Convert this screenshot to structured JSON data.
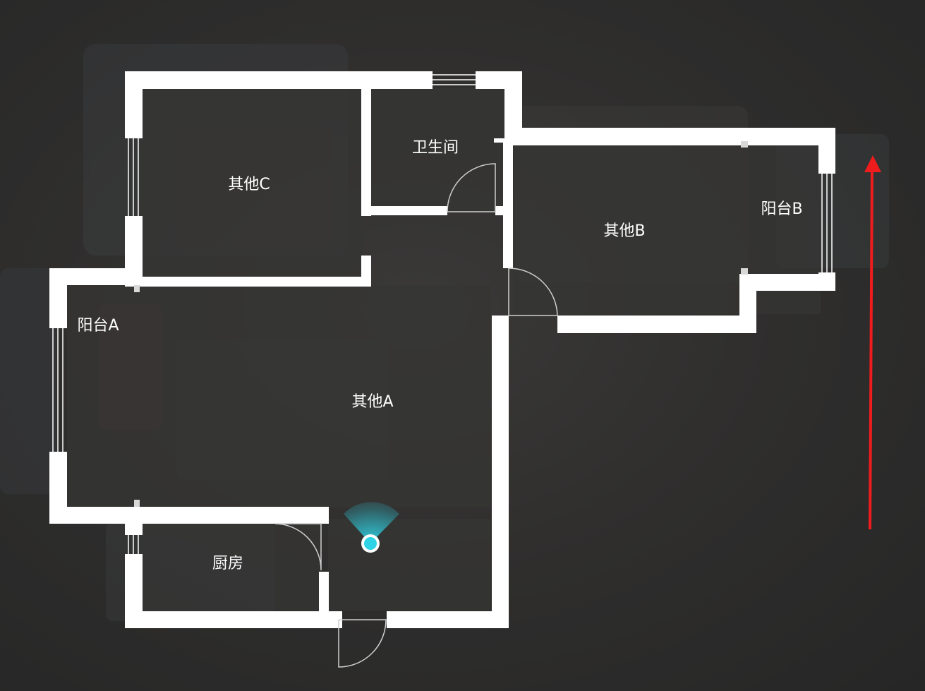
{
  "rooms": {
    "other_c": "其他C",
    "bathroom": "卫生间",
    "other_b": "其他B",
    "balcony_b": "阳台B",
    "balcony_a": "阳台A",
    "other_a": "其他A",
    "kitchen": "厨房"
  },
  "colors": {
    "wall": "#ffffff",
    "floor": "#353433",
    "camera": "#2fd3e6",
    "north_arrow": "#ee1c1c"
  },
  "icons": {
    "camera": "viewpoint-camera-icon",
    "direction": "north-arrow-icon"
  }
}
